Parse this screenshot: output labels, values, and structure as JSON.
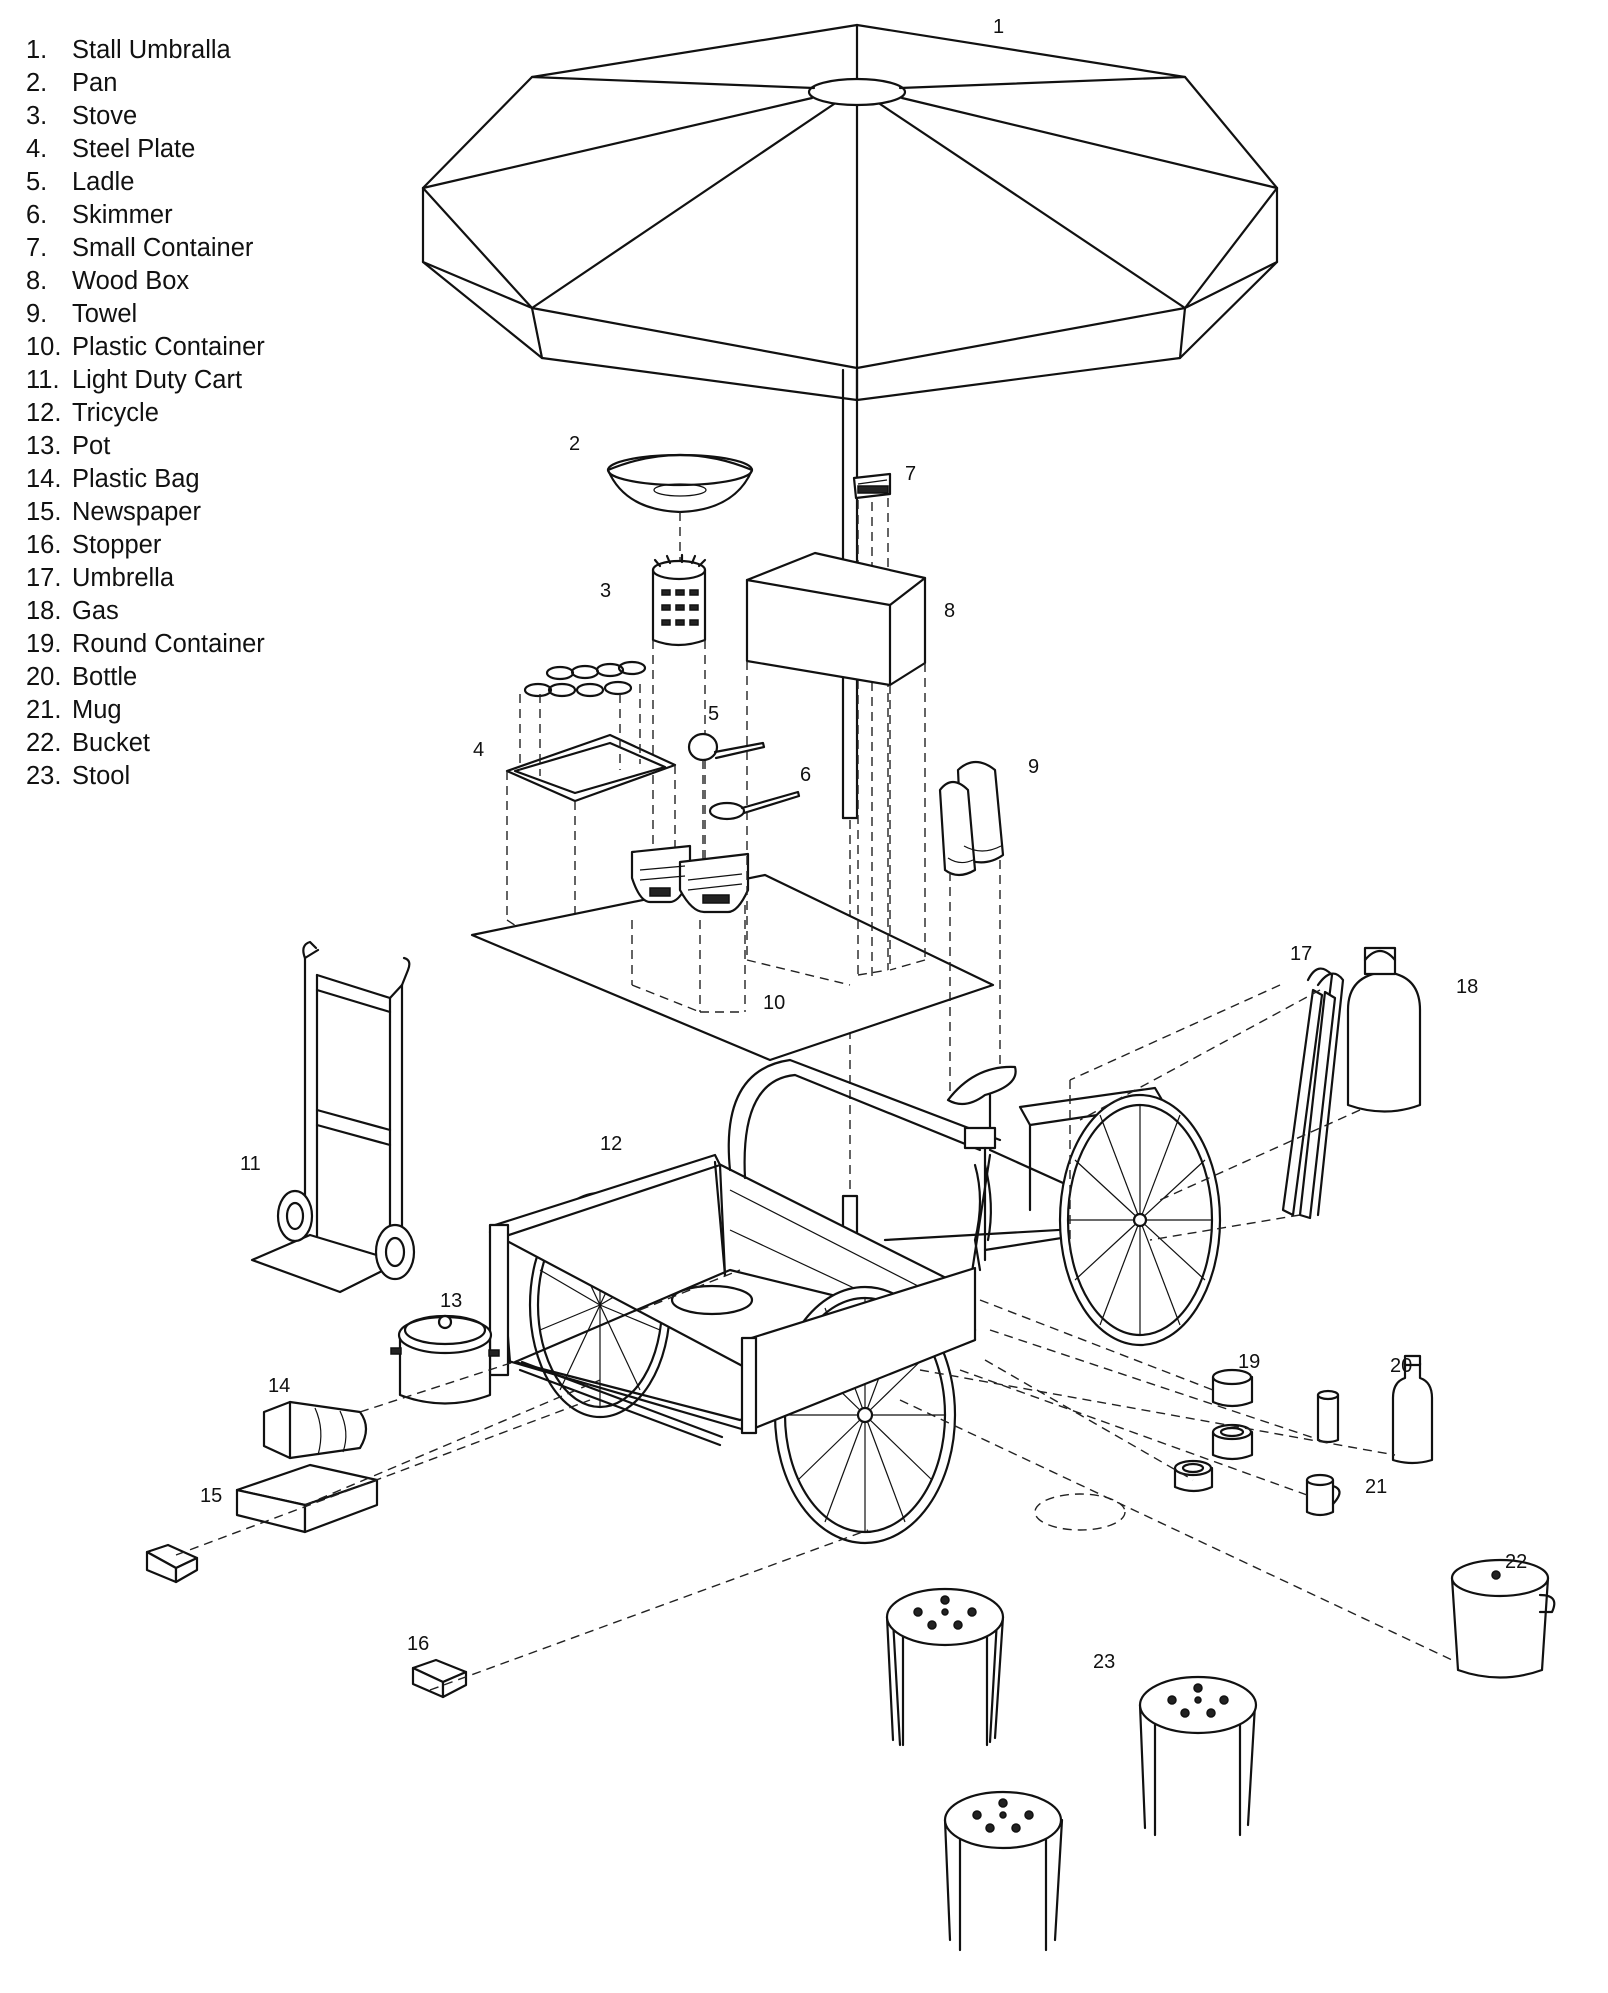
{
  "legend": [
    {
      "num": "1.",
      "label": "Stall Umbralla"
    },
    {
      "num": "2.",
      "label": "Pan"
    },
    {
      "num": "3.",
      "label": "Stove"
    },
    {
      "num": "4.",
      "label": "Steel Plate"
    },
    {
      "num": "5.",
      "label": "Ladle"
    },
    {
      "num": "6.",
      "label": "Skimmer"
    },
    {
      "num": "7.",
      "label": "Small Container"
    },
    {
      "num": "8.",
      "label": "Wood Box"
    },
    {
      "num": "9.",
      "label": "Towel"
    },
    {
      "num": "10.",
      "label": "Plastic Container"
    },
    {
      "num": "11.",
      "label": "Light Duty Cart"
    },
    {
      "num": "12.",
      "label": "Tricycle"
    },
    {
      "num": "13.",
      "label": "Pot"
    },
    {
      "num": "14.",
      "label": "Plastic Bag"
    },
    {
      "num": "15.",
      "label": "Newspaper"
    },
    {
      "num": "16.",
      "label": "Stopper"
    },
    {
      "num": "17.",
      "label": "Umbrella"
    },
    {
      "num": "18.",
      "label": "Gas"
    },
    {
      "num": "19.",
      "label": "Round Container"
    },
    {
      "num": "20.",
      "label": "Bottle"
    },
    {
      "num": "21.",
      "label": "Mug"
    },
    {
      "num": "22.",
      "label": "Bucket"
    },
    {
      "num": "23.",
      "label": "Stool"
    }
  ],
  "callouts": {
    "c1": "1",
    "c2": "2",
    "c3": "3",
    "c4": "4",
    "c5": "5",
    "c6": "6",
    "c7": "7",
    "c8": "8",
    "c9": "9",
    "c10": "10",
    "c11": "11",
    "c12": "12",
    "c13": "13",
    "c14": "14",
    "c15": "15",
    "c16": "16",
    "c17": "17",
    "c18": "18",
    "c19": "19",
    "c20": "20",
    "c21": "21",
    "c22": "22",
    "c23": "23"
  },
  "colors": {
    "ink": "#111111",
    "background": "#ffffff"
  }
}
